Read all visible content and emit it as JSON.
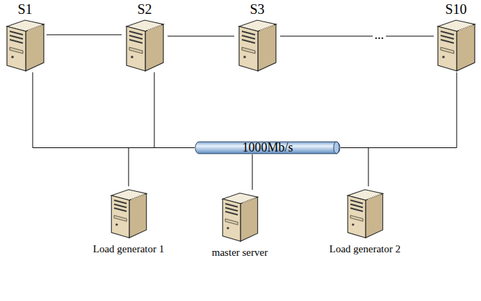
{
  "diagram": {
    "nodes": [
      {
        "text": [
          "S1"
        ]
      },
      {
        "text": [
          "S2"
        ]
      },
      {
        "text": [
          "S3"
        ]
      },
      {
        "text": [
          "S10"
        ]
      },
      {
        "text": [
          "1000Mb/s"
        ]
      },
      {
        "text": [
          "Load generator 1"
        ]
      },
      {
        "text": [
          "master server"
        ]
      },
      {
        "text": [
          "Load generator 2"
        ]
      }
    ],
    "edges": [
      {
        "from": 0,
        "to": 1,
        "arrow": "none"
      },
      {
        "from": 1,
        "to": 2,
        "arrow": "none"
      },
      {
        "from": 2,
        "to": 3,
        "label": "...",
        "arrow": "none"
      },
      {
        "from": 0,
        "to": 4,
        "arrow": "none"
      },
      {
        "from": 1,
        "to": 4,
        "arrow": "none"
      },
      {
        "from": 3,
        "to": 4,
        "arrow": "none"
      },
      {
        "from": 5,
        "to": 4,
        "arrow": "none"
      },
      {
        "from": 6,
        "to": 4,
        "arrow": "none"
      },
      {
        "from": 7,
        "to": 4,
        "arrow": "none"
      }
    ]
  }
}
